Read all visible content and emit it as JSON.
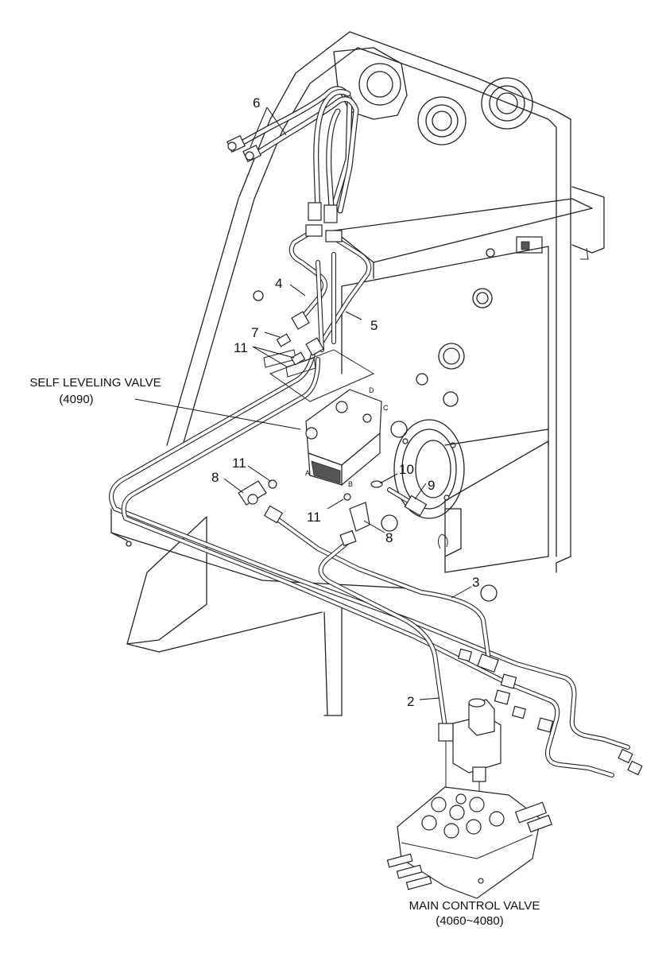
{
  "callouts": {
    "c6": "6",
    "c4": "4",
    "c5": "5",
    "c7": "7",
    "c11a": "11",
    "c11b": "11",
    "c11c": "11",
    "c8a": "8",
    "c8b": "8",
    "c10": "10",
    "c9": "9",
    "c3": "3",
    "c2": "2"
  },
  "ports": {
    "a": "A",
    "b": "B",
    "c": "C",
    "d": "D"
  },
  "self_leveling_valve": {
    "name": "SELF LEVELING VALVE",
    "code": "(4090)"
  },
  "main_control_valve": {
    "name": "MAIN CONTROL VALVE",
    "code": "(4060~4080)"
  }
}
